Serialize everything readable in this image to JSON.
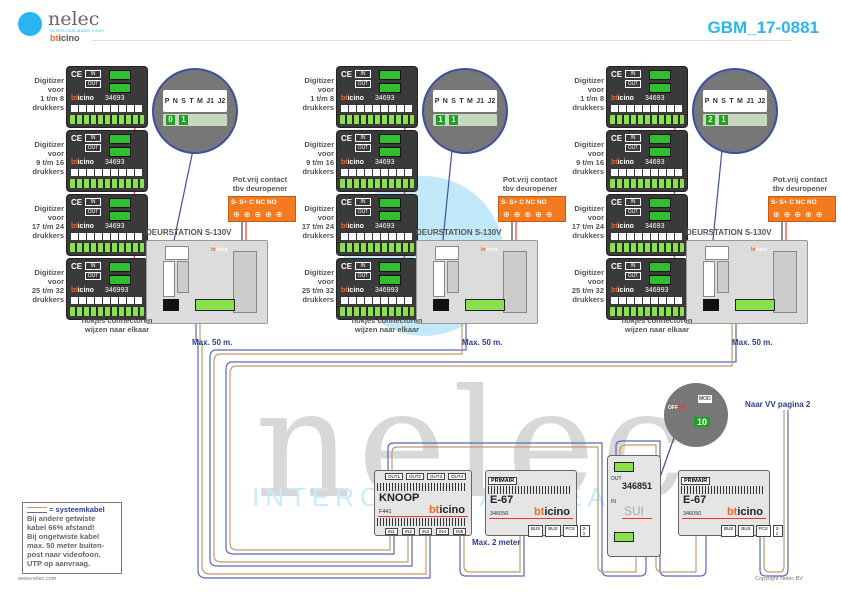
{
  "header": {
    "logo_name": "nelec",
    "logo_tagline": "INTERCOM MADE EASY",
    "logo_partner_b": "bt",
    "logo_partner_rest": "icino",
    "doc_id": "GBM_17-0881"
  },
  "watermark": {
    "big": "nelec",
    "sub": "INTERCOM MADE EASY"
  },
  "colors": {
    "accent": "#29b6f0",
    "bticino_orange": "#f26a21",
    "cable_blue": "#5a68b8",
    "cable_tan": "#c49a6c",
    "relay_orange": "#f47a20",
    "label_blue": "#2d3d8f"
  },
  "stations": [
    {
      "digitizers": [
        {
          "label": [
            "Digitizer",
            "voor",
            "1 t/m 8",
            "drukkers"
          ],
          "code": "34693"
        },
        {
          "label": [
            "Digitizer",
            "voor",
            "9 t/m 16",
            "drukkers"
          ],
          "code": "34693"
        },
        {
          "label": [
            "Digitizer",
            "voor",
            "17 t/m 24",
            "drukkers"
          ],
          "code": "34693"
        },
        {
          "label": [
            "Digitizer",
            "voor",
            "25 t/m 32",
            "drukkers"
          ],
          "code": "346993"
        }
      ],
      "dip_labels": [
        "P",
        "N",
        "S",
        "T",
        "M",
        "J1",
        "J2"
      ],
      "dip_values": [
        "0",
        "1"
      ],
      "door_title": "DEURSTATION S-130V",
      "relay_label": [
        "Pot.vrij contact",
        "tbv deuropener"
      ],
      "relay_terminals": "S- S+ C NC NO",
      "note": [
        "nokjes connectoren",
        "wijzen naar elkaar"
      ],
      "max": "Max. 50 m."
    },
    {
      "digitizers": [
        {
          "label": [
            "Digitizer",
            "voor",
            "1 t/m 8",
            "drukkers"
          ],
          "code": "34693"
        },
        {
          "label": [
            "Digitizer",
            "voor",
            "9 t/m 16",
            "drukkers"
          ],
          "code": "34693"
        },
        {
          "label": [
            "Digitizer",
            "voor",
            "17 t/m 24",
            "drukkers"
          ],
          "code": "34693"
        },
        {
          "label": [
            "Digitizer",
            "voor",
            "25 t/m 32",
            "drukkers"
          ],
          "code": "346993"
        }
      ],
      "dip_labels": [
        "P",
        "N",
        "S",
        "T",
        "M",
        "J1",
        "J2"
      ],
      "dip_values": [
        "1",
        "1"
      ],
      "door_title": "DEURSTATION S-130V",
      "relay_label": [
        "Pot.vrij contact",
        "tbv deuropener"
      ],
      "relay_terminals": "S- S+ C NC NO",
      "note": [
        "nokjes connectoren",
        "wijzen naar elkaar"
      ],
      "max": "Max. 50 m."
    },
    {
      "digitizers": [
        {
          "label": [
            "Digitizer",
            "voor",
            "1 t/m 8",
            "drukkers"
          ],
          "code": "34693"
        },
        {
          "label": [
            "Digitizer",
            "voor",
            "9 t/m 16",
            "drukkers"
          ],
          "code": "34693"
        },
        {
          "label": [
            "Digitizer",
            "voor",
            "17 t/m 24",
            "drukkers"
          ],
          "code": "34693"
        },
        {
          "label": [
            "Digitizer",
            "voor",
            "25 t/m 32",
            "drukkers"
          ],
          "code": "346993"
        }
      ],
      "dip_labels": [
        "P",
        "N",
        "S",
        "T",
        "M",
        "J1",
        "J2"
      ],
      "dip_values": [
        "2",
        "1"
      ],
      "door_title": "DEURSTATION S-130V",
      "relay_label": [
        "Pot.vrij contact",
        "tbv deuropener"
      ],
      "relay_terminals": "S- S+ C NC NO",
      "note": [
        "nokjes connectoren",
        "wijzen naar elkaar"
      ],
      "max": "Max. 50 m."
    }
  ],
  "modules": {
    "knoop": {
      "name": "KNOOP",
      "code": "F441",
      "outs": [
        "OUT1",
        "OUT2",
        "OUT3",
        "OUT4"
      ],
      "ins": [
        "IN1",
        "IN2",
        "IN3",
        "IN4",
        "IN5"
      ]
    },
    "primair1": {
      "tag": "PRIMAIR",
      "name": "E-67",
      "code": "346050",
      "ports": [
        "BUS",
        "BUS",
        "PCS",
        "2-1"
      ]
    },
    "sui": {
      "code": "346851",
      "name": "SUI",
      "out": "OUT",
      "in": "IN"
    },
    "sui_dip": {
      "off": "OFF",
      "on": "ON",
      "mod_label": "MOD",
      "mod_value": "10"
    },
    "primair2": {
      "tag": "PRIMAIR",
      "name": "E-67",
      "code": "346050",
      "ports": [
        "BUS",
        "BUS",
        "PCS",
        "2-1"
      ]
    },
    "max_2m": "Max. 2 meter",
    "naar_vv": "Naar VV pagina 2"
  },
  "legend": {
    "head": "= systeemkabel",
    "lines": [
      "Bij andere getwiste",
      "kabel 66% afstand!",
      "Bij ongetwiste kabel",
      "max. 50 meter buiten-",
      "post naar videofoon.",
      "UTP op aanvraag."
    ]
  },
  "footer": {
    "left": "www.nelec.com",
    "right": "Copyright Nelec BV"
  }
}
